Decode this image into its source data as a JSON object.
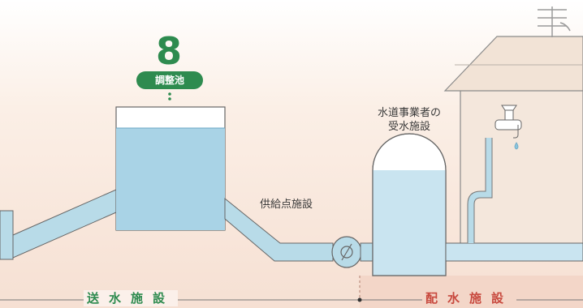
{
  "badge": {
    "number": "8",
    "label": "調整池"
  },
  "labels": {
    "supply_point": "供給点施設",
    "receiving_facility_line1": "水道事業者の",
    "receiving_facility_line2": "受水施設"
  },
  "bottom": {
    "left": "送水施設",
    "right": "配水施設"
  },
  "colors": {
    "accent_green": "#2e8b4f",
    "accent_red": "#c8493e",
    "water_blue": "#a9d3e6"
  }
}
